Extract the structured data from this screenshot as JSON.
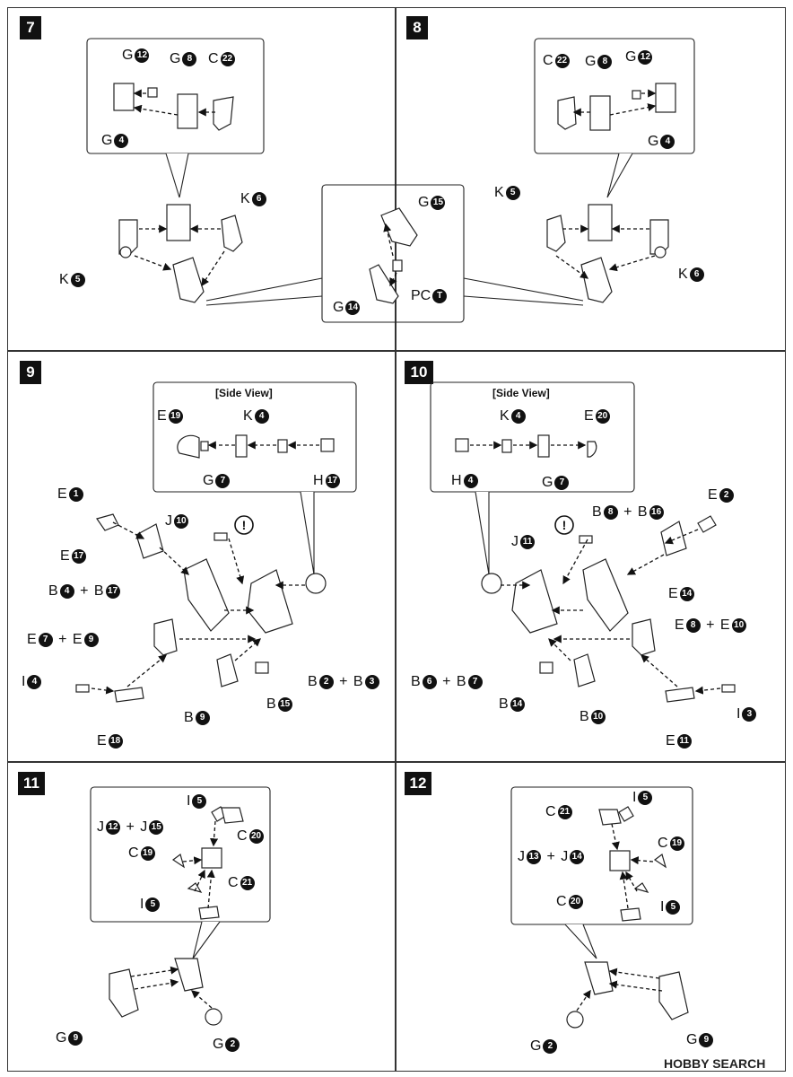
{
  "steps": [
    {
      "number": "7",
      "labels": [
        {
          "letter": "G",
          "num": "12"
        },
        {
          "letter": "G",
          "num": "8"
        },
        {
          "letter": "C",
          "num": "22"
        },
        {
          "letter": "G",
          "num": "4"
        },
        {
          "letter": "K",
          "num": "6"
        },
        {
          "letter": "K",
          "num": "5"
        }
      ]
    },
    {
      "number": "8",
      "labels": [
        {
          "letter": "C",
          "num": "22"
        },
        {
          "letter": "G",
          "num": "8"
        },
        {
          "letter": "G",
          "num": "12"
        },
        {
          "letter": "G",
          "num": "4"
        },
        {
          "letter": "K",
          "num": "5"
        },
        {
          "letter": "K",
          "num": "6"
        }
      ]
    },
    {
      "number": "9",
      "side_view_title": "[Side View]",
      "labels": [
        {
          "letter": "E",
          "num": "19"
        },
        {
          "letter": "K",
          "num": "4"
        },
        {
          "letter": "G",
          "num": "7"
        },
        {
          "letter": "H",
          "num": "17"
        },
        {
          "letter": "E",
          "num": "1"
        },
        {
          "letter": "J",
          "num": "10"
        },
        {
          "letter": "E",
          "num": "17"
        },
        {
          "letter": "B",
          "num": "4",
          "plus": "B",
          "num2": "17"
        },
        {
          "letter": "E",
          "num": "7",
          "plus": "E",
          "num2": "9"
        },
        {
          "letter": "I",
          "num": "4"
        },
        {
          "letter": "E",
          "num": "18"
        },
        {
          "letter": "B",
          "num": "9"
        },
        {
          "letter": "B",
          "num": "15"
        },
        {
          "letter": "B",
          "num": "2",
          "plus": "B",
          "num2": "3"
        }
      ]
    },
    {
      "number": "10",
      "side_view_title": "[Side View]",
      "labels": [
        {
          "letter": "K",
          "num": "4"
        },
        {
          "letter": "E",
          "num": "20"
        },
        {
          "letter": "H",
          "num": "4"
        },
        {
          "letter": "G",
          "num": "7"
        },
        {
          "letter": "B",
          "num": "8",
          "plus": "B",
          "num2": "16"
        },
        {
          "letter": "E",
          "num": "2"
        },
        {
          "letter": "J",
          "num": "11"
        },
        {
          "letter": "E",
          "num": "14"
        },
        {
          "letter": "E",
          "num": "8",
          "plus": "E",
          "num2": "10"
        },
        {
          "letter": "B",
          "num": "6",
          "plus": "B",
          "num2": "7"
        },
        {
          "letter": "B",
          "num": "14"
        },
        {
          "letter": "B",
          "num": "10"
        },
        {
          "letter": "I",
          "num": "3"
        },
        {
          "letter": "E",
          "num": "11"
        }
      ]
    },
    {
      "number": "11",
      "labels": [
        {
          "letter": "I",
          "num": "5"
        },
        {
          "letter": "J",
          "num": "12",
          "plus": "J",
          "num2": "15"
        },
        {
          "letter": "C",
          "num": "20"
        },
        {
          "letter": "C",
          "num": "19"
        },
        {
          "letter": "C",
          "num": "21"
        },
        {
          "letter": "I",
          "num": "5"
        },
        {
          "letter": "G",
          "num": "9"
        },
        {
          "letter": "G",
          "num": "2"
        }
      ]
    },
    {
      "number": "12",
      "labels": [
        {
          "letter": "I",
          "num": "5"
        },
        {
          "letter": "C",
          "num": "21"
        },
        {
          "letter": "C",
          "num": "19"
        },
        {
          "letter": "J",
          "num": "13",
          "plus": "J",
          "num2": "14"
        },
        {
          "letter": "C",
          "num": "20"
        },
        {
          "letter": "I",
          "num": "5"
        },
        {
          "letter": "G",
          "num": "2"
        },
        {
          "letter": "G",
          "num": "9"
        }
      ]
    }
  ],
  "shared_callout": {
    "labels": [
      {
        "letter": "G",
        "num": "15"
      },
      {
        "letter": "G",
        "num": "14"
      },
      {
        "letter": "PC",
        "num": "T"
      }
    ]
  },
  "warning_mark": "!",
  "watermark": "HOBBY SEARCH"
}
